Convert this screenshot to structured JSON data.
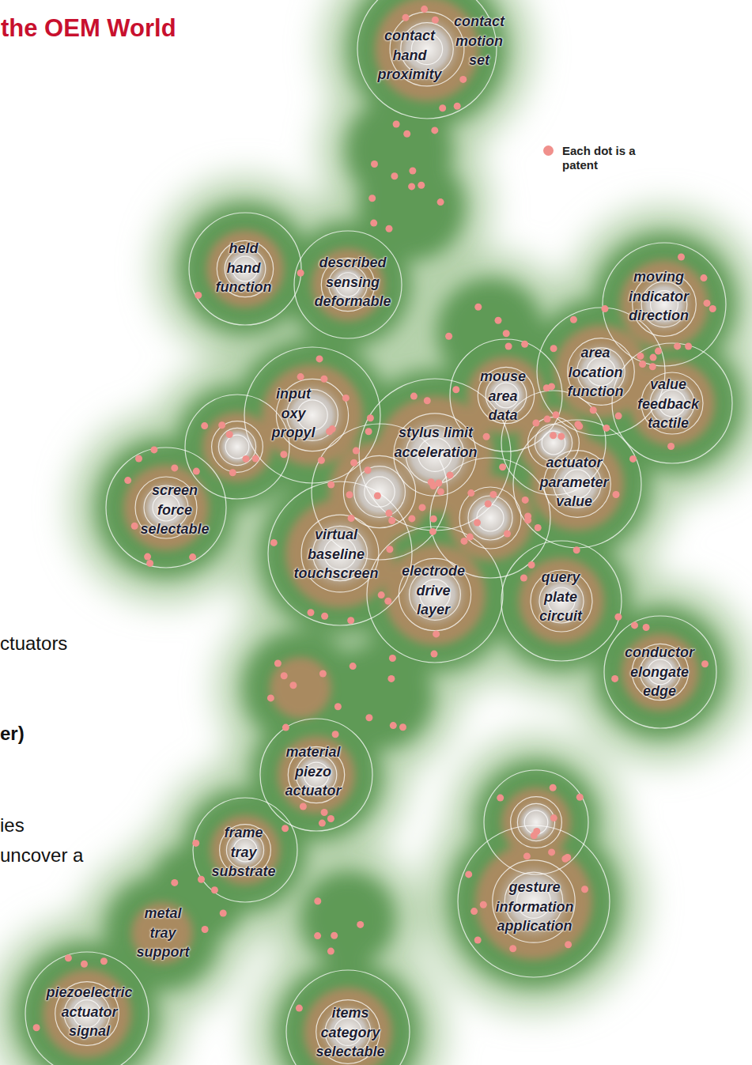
{
  "diagram": {
    "title": "the OEM World",
    "labels": [
      "ctuators",
      "er)",
      "ies",
      "uncover a",
      "contact hand proximity",
      "contact motion set",
      "held hand function",
      "described sensing deformable",
      "moving indicator direction",
      "area location function",
      "mouse area data",
      "value feedback tactile",
      "input oxy propyl",
      "stylus limit acceleration",
      "actuator parameter value",
      "screen force selectable",
      "virtual baseline touchscreen",
      "electrode drive layer",
      "query plate circuit",
      "conductor elongate edge",
      "material piezo actuator",
      "frame tray substrate",
      "gesture information application",
      "metal tray support",
      "piezoelectric actuator signal",
      "items category selectable"
    ],
    "legend": [
      {
        "text": "Each dot is a patent",
        "color": "#f0908c"
      }
    ]
  }
}
